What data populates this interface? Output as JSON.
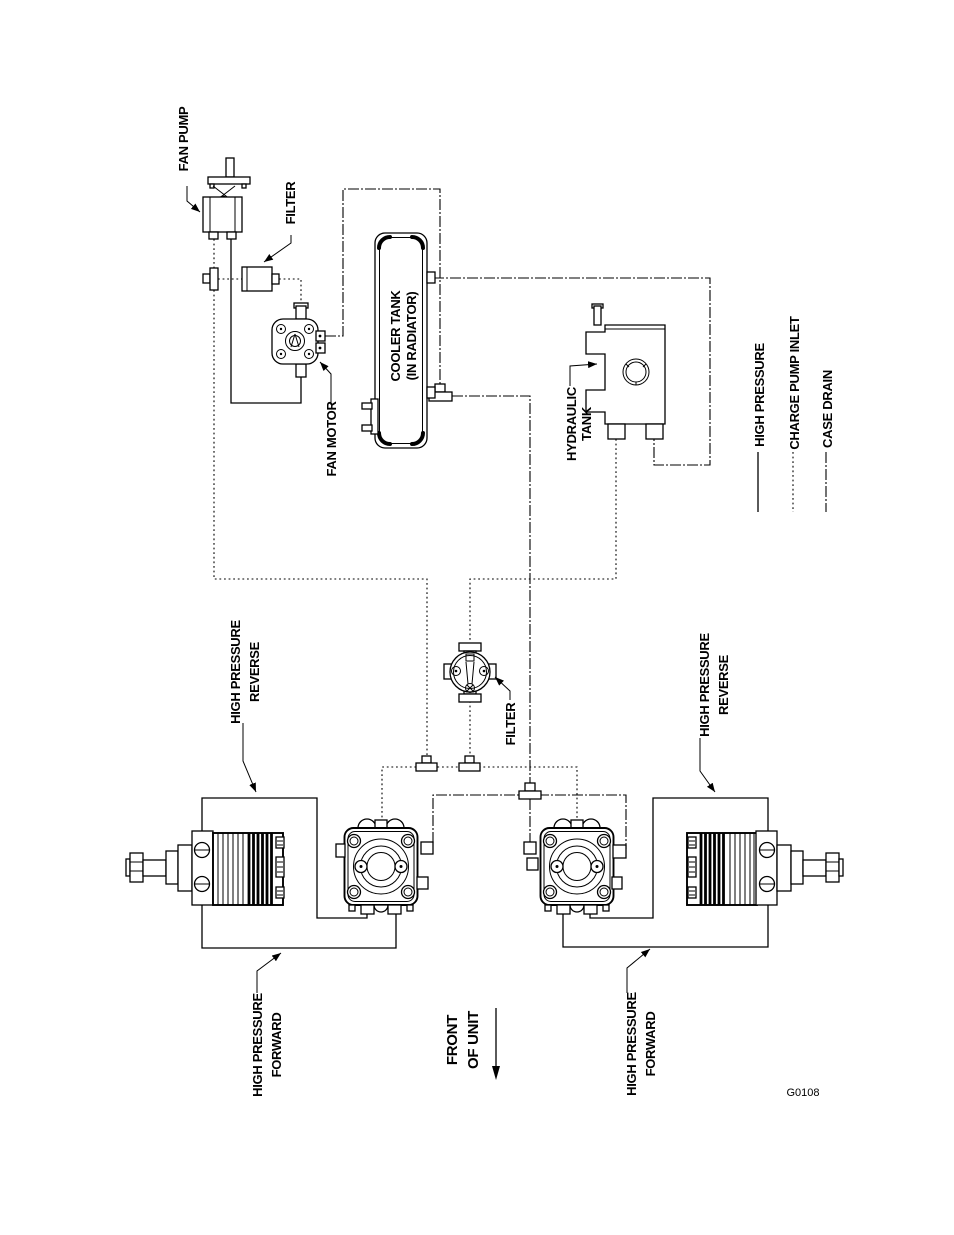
{
  "figure": {
    "code": "G0108",
    "background_color": "#ffffff",
    "line_color": "#000000"
  },
  "components": {
    "fan_pump": {
      "label": "FAN PUMP"
    },
    "filter_top": {
      "label": "FILTER"
    },
    "cooler_tank": {
      "label_line1": "COOLER TANK",
      "label_line2": "(IN RADIATOR)"
    },
    "fan_motor": {
      "label": "FAN MOTOR"
    },
    "hydraulic_tank": {
      "label_line1": "HYDRAULIC",
      "label_line2": "TANK"
    },
    "filter_mid": {
      "label": "FILTER"
    }
  },
  "annotations": {
    "hp_reverse": {
      "line1": "HIGH PRESSURE",
      "line2": "REVERSE"
    },
    "hp_forward": {
      "line1": "HIGH PRESSURE",
      "line2": "FORWARD"
    },
    "front_of_unit": {
      "line1": "FRONT",
      "line2": "OF UNIT"
    }
  },
  "legend": {
    "items": [
      {
        "label": "HIGH PRESSURE",
        "style": "solid"
      },
      {
        "label": "CHARGE PUMP INLET",
        "style": "dotted"
      },
      {
        "label": "CASE DRAIN",
        "style": "dash-dot"
      }
    ]
  }
}
